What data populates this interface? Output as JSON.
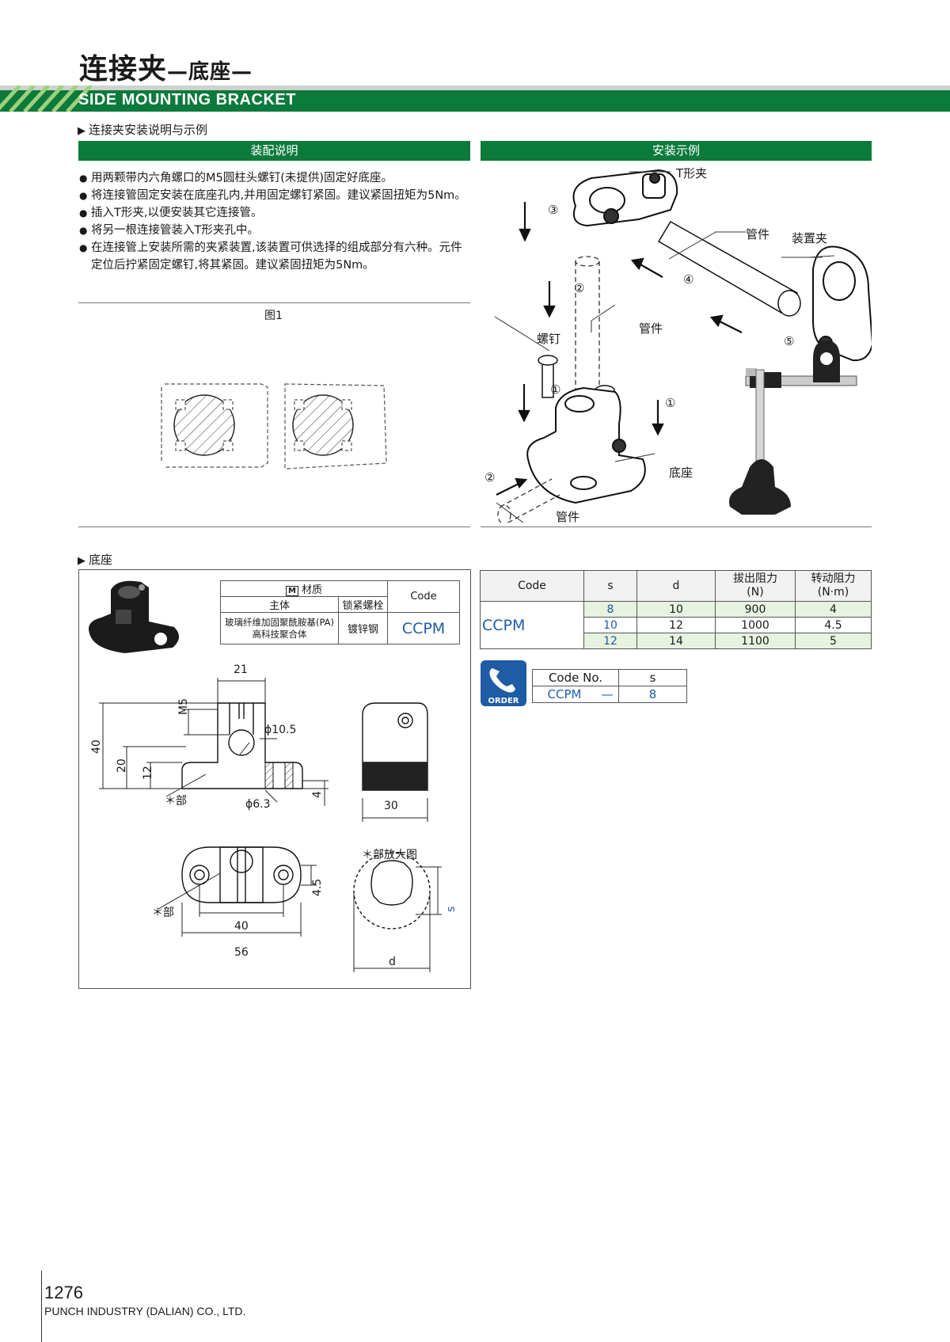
{
  "header": {
    "title": "连接夹",
    "subtitle": "—底座—",
    "band_en": "SIDE MOUNTING BRACKET",
    "accent": "#0b7a3b"
  },
  "section1": {
    "heading": "连接夹安装说明与示例",
    "left_bar": "装配说明",
    "right_bar": "安装示例",
    "bullets": [
      "用两颗带内六角螺口的M5圆柱头螺钉(未提供)固定好底座。",
      "将连接管固定安装在底座孔内,并用固定螺钉紧固。建议紧固扭矩为5Nm。",
      "插入T形夹,以便安装其它连接管。",
      "将另一根连接管装入T形夹孔中。",
      "在连接管上安装所需的夹紧装置,该装置可供选择的组成部分有六种。元件定位后拧紧固定螺钉,将其紧固。建议紧固扭矩为5Nm。"
    ],
    "fig_label": "图1",
    "callouts": {
      "t_clamp": "T形夹",
      "pipe": "管件",
      "device_clamp": "装置夹",
      "screw": "螺钉",
      "base": "底座",
      "n1": "①",
      "n2": "②",
      "n3": "③",
      "n4": "④",
      "n5": "⑤"
    }
  },
  "section2": {
    "heading": "底座",
    "materials": {
      "material_title": "材质",
      "m_badge": "M",
      "body_h": "主体",
      "bolt_h": "锁紧螺栓",
      "code_h": "Code",
      "body_v": "玻璃纤维加固聚酰胺基(PA)\n高科技聚合体",
      "bolt_v": "镀锌钢",
      "code_v": "CCPM"
    },
    "dims": {
      "d21": "21",
      "m5": "M5",
      "phi105": "ϕ10.5",
      "d40": "40",
      "d20": "20",
      "d12": "12",
      "d4": "4",
      "phi63": "ϕ6.3",
      "d30": "30",
      "star": "＊部",
      "d45": "4.5",
      "w40": "40",
      "w56": "56",
      "enlarge": "＊部放大图",
      "s": "s",
      "d": "d"
    }
  },
  "spec_table": {
    "headers": [
      "Code",
      "s",
      "d",
      "拔出阻力\n(N)",
      "转动阻力\n(N·m)"
    ],
    "code": "CCPM",
    "rows": [
      {
        "s": "8",
        "d": "10",
        "pull": "900",
        "torque": "4"
      },
      {
        "s": "10",
        "d": "12",
        "pull": "1000",
        "torque": "4.5"
      },
      {
        "s": "12",
        "d": "14",
        "pull": "1100",
        "torque": "5"
      }
    ]
  },
  "order": {
    "badge": "ORDER",
    "code_no_h": "Code No.",
    "s_h": "s",
    "code": "CCPM",
    "dash": "—",
    "s_v": "8"
  },
  "footer": {
    "page": "1276",
    "company": "PUNCH INDUSTRY (DALIAN) CO., LTD."
  }
}
